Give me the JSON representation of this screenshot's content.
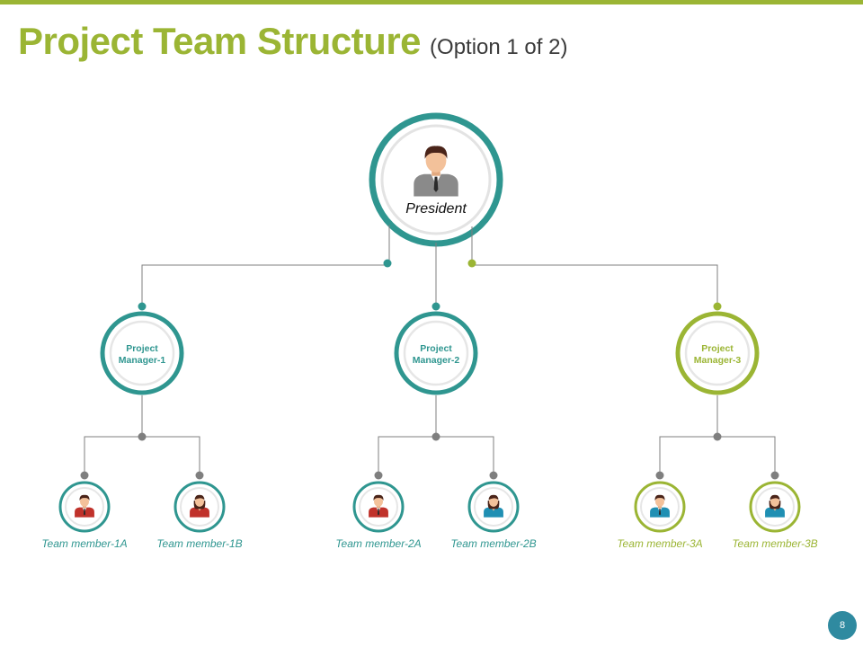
{
  "slide": {
    "title": "Project Team Structure",
    "subtitle": "(Option 1 of 2)",
    "page_number": "8"
  },
  "colors": {
    "accent_green": "#9bb534",
    "teal": "#2f9690",
    "line_gray": "#7f7f7f",
    "page_badge": "#2f8aa0"
  },
  "org": {
    "president": {
      "label": "President",
      "icon": "person-male-suit-icon"
    },
    "managers": [
      {
        "label_lines": [
          "Project",
          "Manager-1"
        ],
        "color": "#2f9690",
        "members": [
          {
            "label": "Team member-1A",
            "icon": "person-male-red-icon"
          },
          {
            "label": "Team member-1B",
            "icon": "person-female-red-icon"
          }
        ]
      },
      {
        "label_lines": [
          "Project",
          "Manager-2"
        ],
        "color": "#2f9690",
        "members": [
          {
            "label": "Team member-2A",
            "icon": "person-male-red-icon"
          },
          {
            "label": "Team member-2B",
            "icon": "person-female-blue-icon"
          }
        ]
      },
      {
        "label_lines": [
          "Project",
          "Manager-3"
        ],
        "color": "#9bb534",
        "members": [
          {
            "label": "Team member-3A",
            "icon": "person-male-blue-icon"
          },
          {
            "label": "Team member-3B",
            "icon": "person-female-blue-icon"
          }
        ]
      }
    ]
  }
}
